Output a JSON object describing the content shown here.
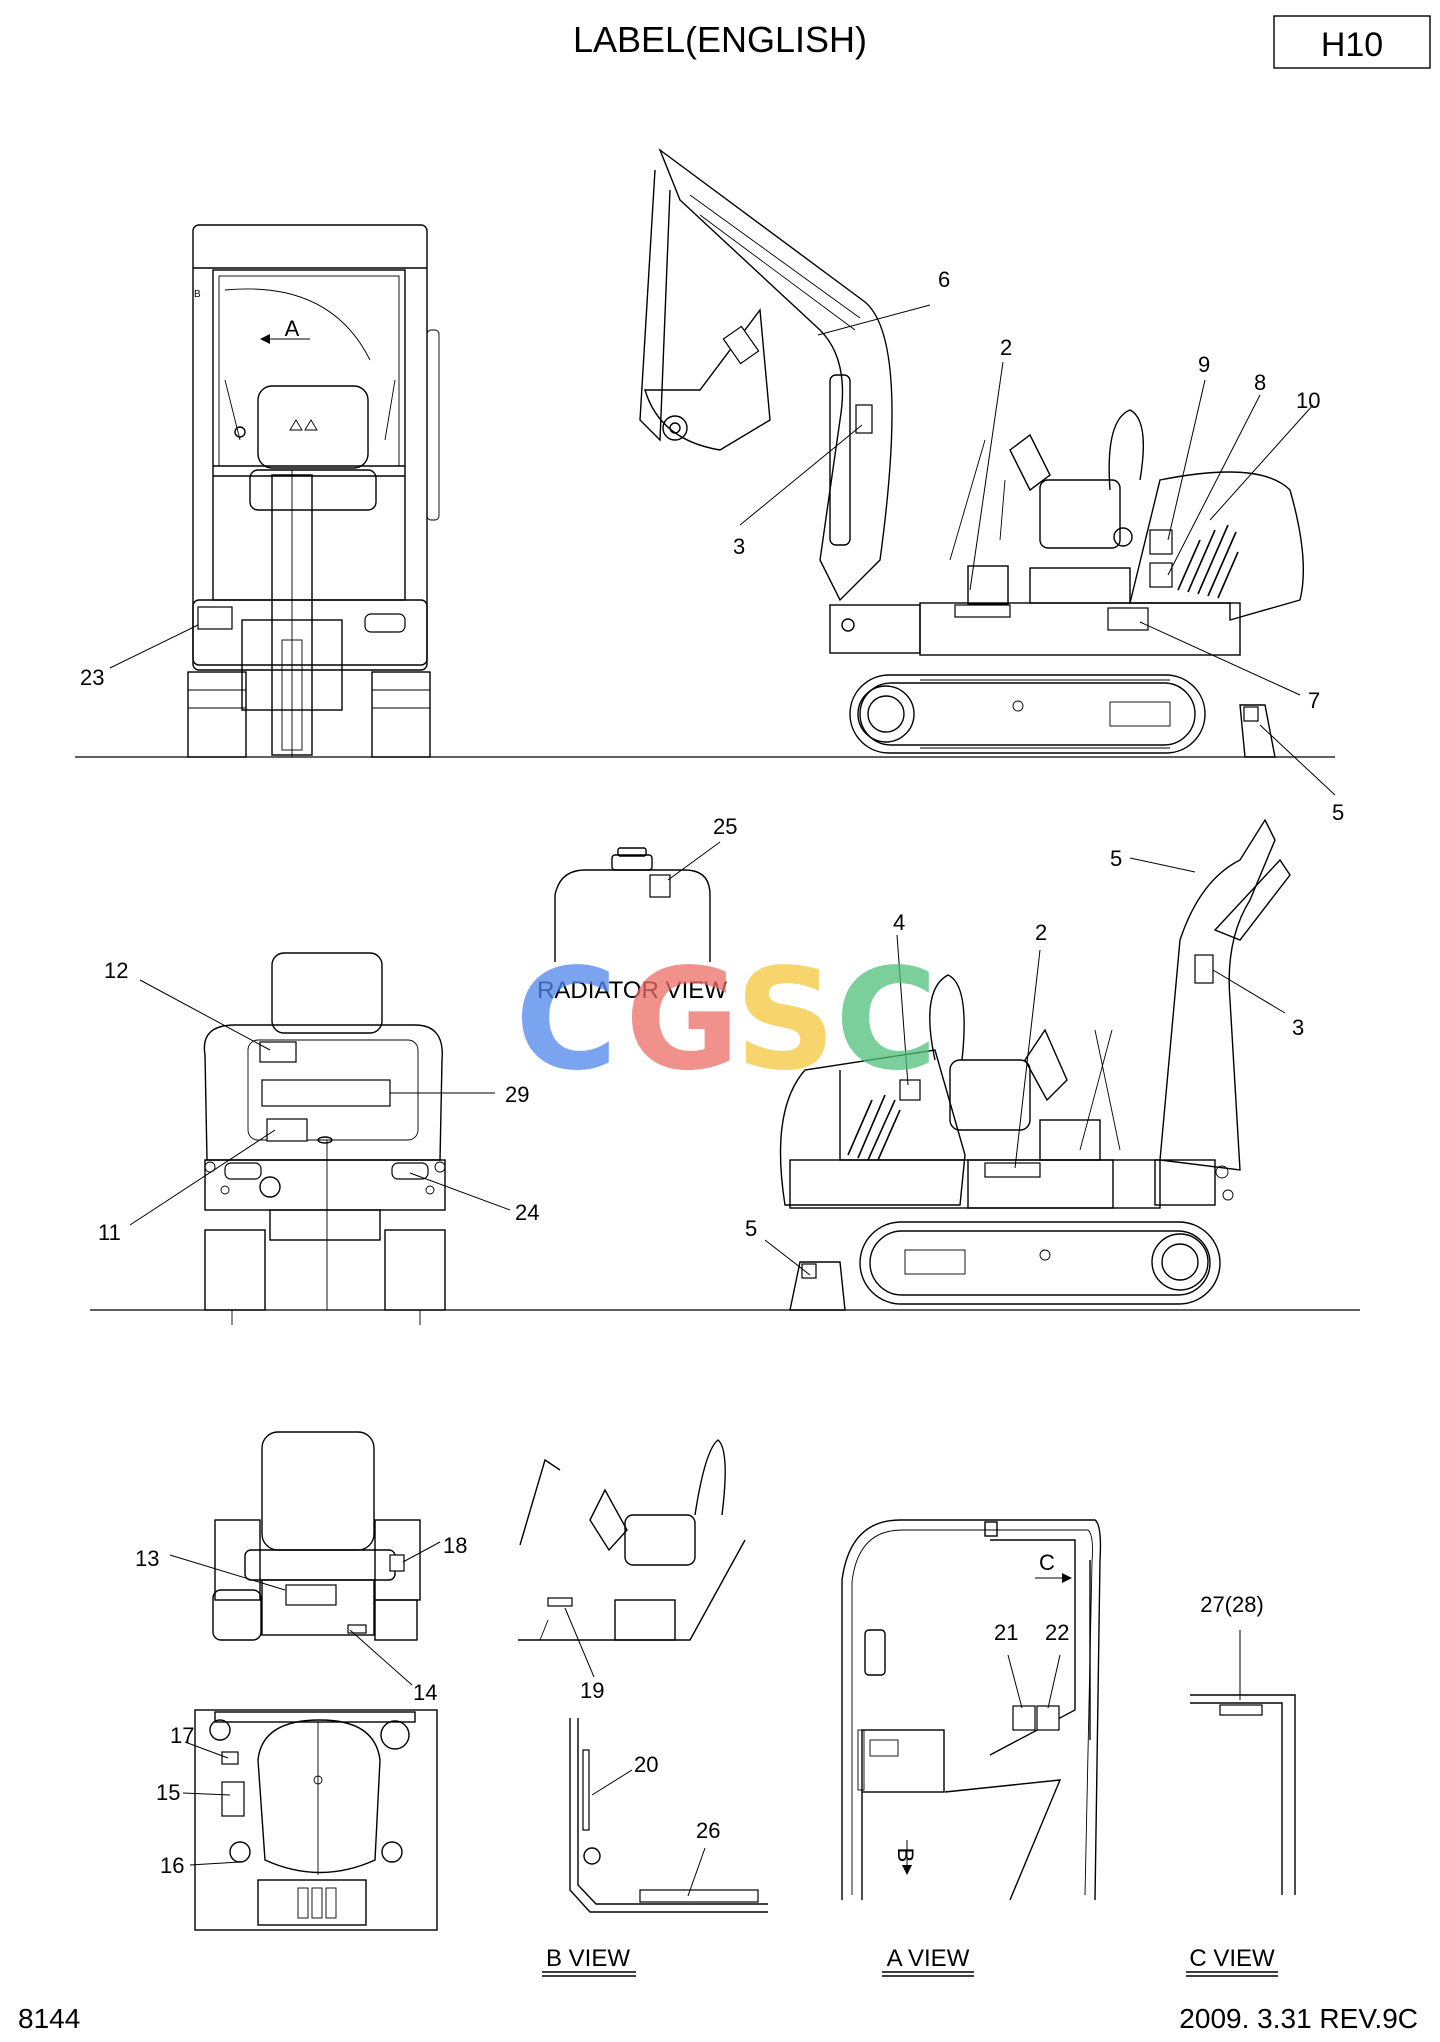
{
  "header": {
    "title": "LABEL(ENGLISH)",
    "sheet_code": "H10"
  },
  "footer": {
    "page_number": "8144",
    "revision": "2009. 3.31 REV.9C"
  },
  "views": {
    "radiator": "RADIATOR VIEW",
    "a_marker": "A",
    "b_marker": "B",
    "c_marker": "C",
    "b_view": "B VIEW",
    "a_view": "A VIEW",
    "c_view": "C VIEW"
  },
  "callouts": {
    "c2": "2",
    "c3": "3",
    "c4": "4",
    "c5": "5",
    "c6": "6",
    "c7": "7",
    "c8": "8",
    "c9": "9",
    "c10": "10",
    "c11": "11",
    "c12": "12",
    "c13": "13",
    "c14": "14",
    "c15": "15",
    "c16": "16",
    "c17": "17",
    "c18": "18",
    "c19": "19",
    "c20": "20",
    "c21": "21",
    "c22": "22",
    "c23": "23",
    "c24": "24",
    "c25": "25",
    "c26": "26",
    "c27": "27(28)",
    "c29": "29"
  },
  "watermark": {
    "letters": [
      "C",
      "G",
      "S",
      "C"
    ],
    "colors": [
      "#4f86ec",
      "#ec6d65",
      "#f5c63c",
      "#4fbf7a"
    ]
  }
}
